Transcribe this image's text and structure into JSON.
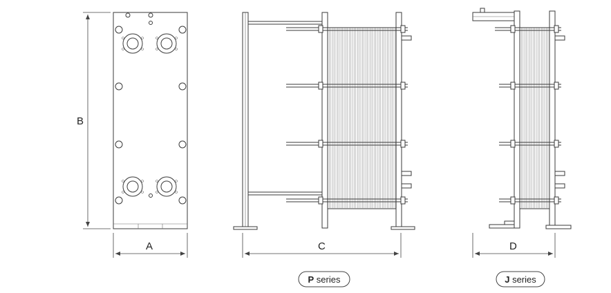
{
  "dimensions": {
    "a": "A",
    "b": "B",
    "c": "C",
    "d": "D"
  },
  "series": {
    "p": {
      "letter": "P",
      "word": " series"
    },
    "j": {
      "letter": "J",
      "word": " series"
    }
  },
  "colors": {
    "line": "#3a3a3a",
    "plate": "#8a8a8a",
    "background": "#ffffff"
  }
}
